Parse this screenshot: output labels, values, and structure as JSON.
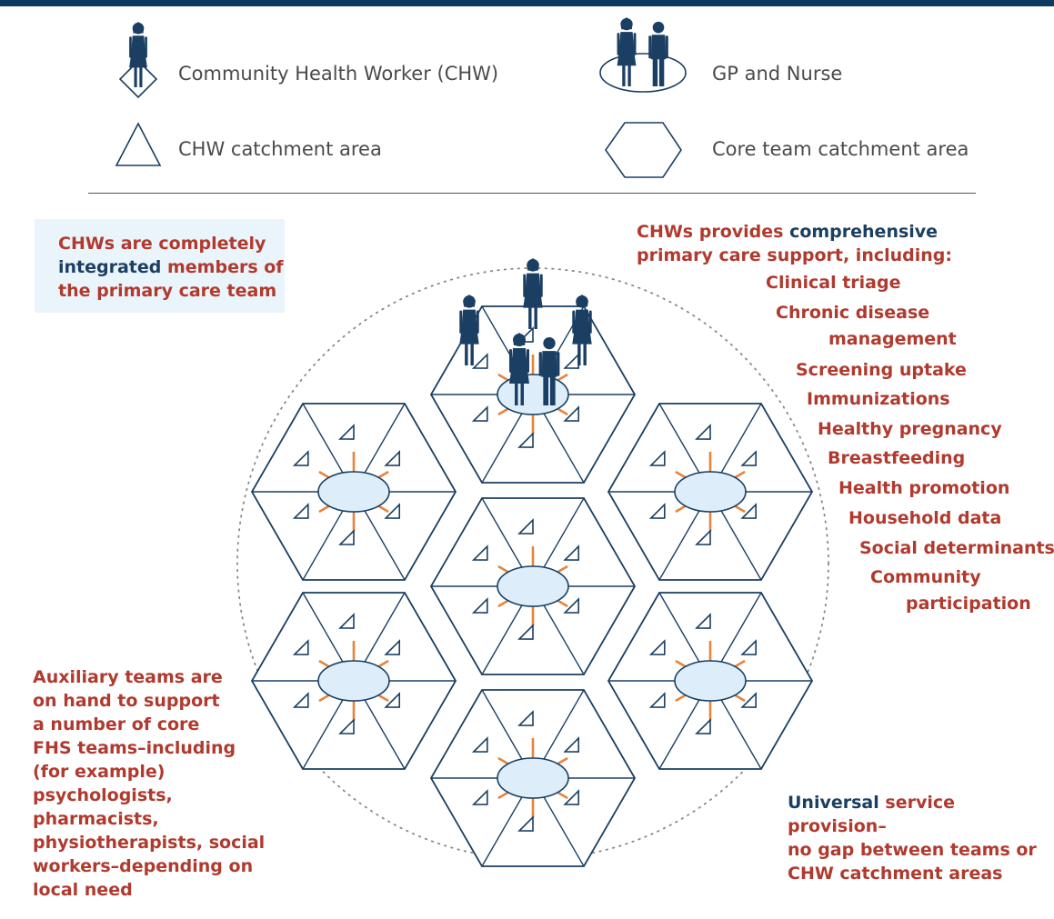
{
  "legend": {
    "chw_label": "Community Health Worker (CHW)",
    "gp_nurse_label": "GP and Nurse",
    "chw_area_label": "CHW catchment area",
    "core_area_label": "Core team catchment area"
  },
  "callouts": {
    "integrated": {
      "line1": "CHWs are completely",
      "line2_highlight": "integrated",
      "line2_rest": " members of",
      "line3": "the primary care team"
    },
    "comprehensive": {
      "line1_start": "CHWs provides ",
      "line1_highlight": "comprehensive",
      "line2": "primary care support, including:"
    },
    "support_items": [
      "Clinical triage",
      "Chronic disease",
      "management",
      "Screening uptake",
      "Immunizations",
      "Healthy pregnancy",
      "Breastfeeding",
      "Health promotion",
      "Household data",
      "Social determinants",
      "Community",
      "participation"
    ],
    "auxiliary": [
      "Auxiliary teams are",
      "on hand to support",
      "a number of core",
      "FHS teams–including",
      "(for example)",
      "psychologists,",
      "pharmacists,",
      "physiotherapists, social",
      "workers–depending on",
      "local need"
    ],
    "universal": {
      "line1_highlight": "Universal",
      "line1_rest": " service provision–",
      "line2": "no gap between teams or",
      "line3": "CHW catchment areas"
    }
  },
  "colors": {
    "navy": "#1a3f63",
    "red": "#b03a2e",
    "orange": "#e8833a",
    "light_blue": "#ddeefa"
  }
}
